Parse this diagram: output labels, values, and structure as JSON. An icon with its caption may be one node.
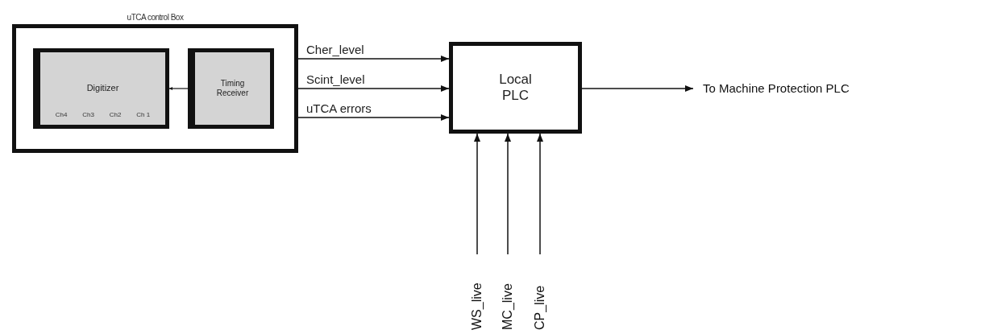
{
  "diagram": {
    "nodes": [
      {
        "text": [
          "uTCA control Box"
        ]
      },
      {
        "text": [
          "Digitizer",
          "Ch4",
          "Ch3",
          "Ch2",
          "Ch 1"
        ],
        "in": 0
      },
      {
        "text": [
          "Timing Receiver"
        ],
        "in": 0
      },
      {
        "text": [
          "Local PLC"
        ]
      },
      {
        "text": [
          "To Machine Protection PLC"
        ]
      },
      {
        "text": [
          "WS_live"
        ]
      },
      {
        "text": [
          "MC_live"
        ]
      },
      {
        "text": [
          "CP_live"
        ]
      }
    ],
    "edges": [
      {
        "from": 2,
        "to": 1,
        "arrow": "to"
      },
      {
        "from": 0,
        "to": 3,
        "arrow": "to",
        "label": "Cher_level"
      },
      {
        "from": 0,
        "to": 3,
        "arrow": "to",
        "label": "Scint_level"
      },
      {
        "from": 0,
        "to": 3,
        "arrow": "to",
        "label": "uTCA errors"
      },
      {
        "from": 3,
        "to": 4,
        "arrow": "to"
      },
      {
        "from": 5,
        "to": 3,
        "arrow": "to"
      },
      {
        "from": 6,
        "to": 3,
        "arrow": "to"
      },
      {
        "from": 7,
        "to": 3,
        "arrow": "to"
      }
    ]
  }
}
